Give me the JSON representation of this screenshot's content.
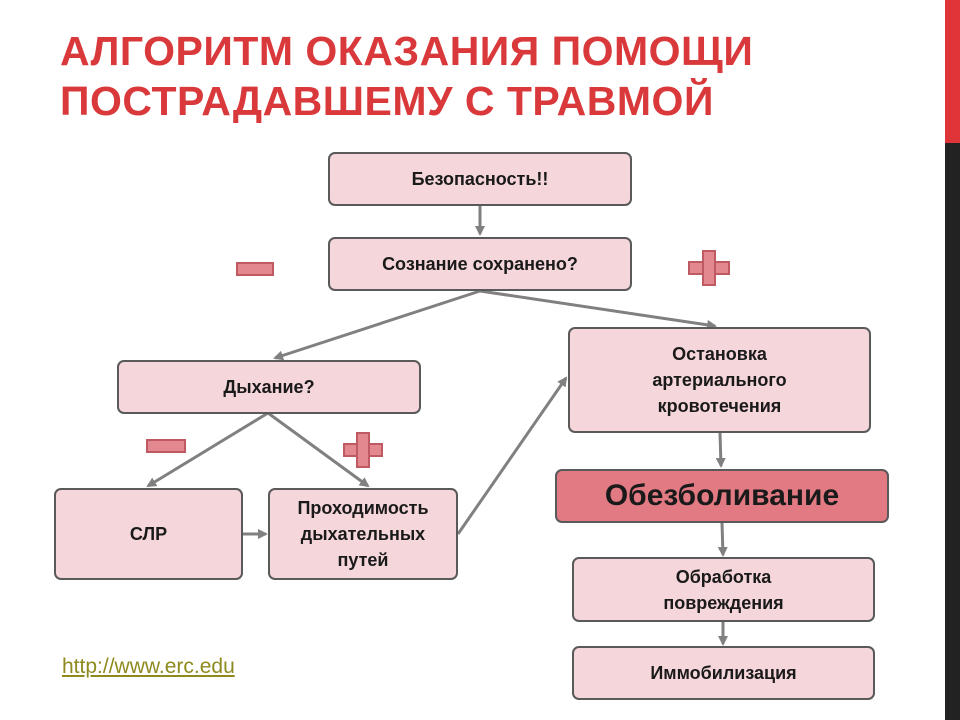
{
  "slide": {
    "title_line1": "АЛГОРИТМ ОКАЗАНИЯ ПОМОЩИ",
    "title_line2": "ПОСТРАДАВШЕМУ С ТРАВМОЙ",
    "link_text": "http://www.erc.edu"
  },
  "flowchart": {
    "safety": "Безопасность!!",
    "consciousness": "Сознание сохранено?",
    "breathing": "Дыхание?",
    "cpr": "СЛР",
    "airway_line1": "Проходимость",
    "airway_line2": "дыхательных",
    "airway_line3": "путей",
    "bleeding_line1": "Остановка",
    "bleeding_line2": "артериального",
    "bleeding_line3": "кровотечения",
    "pain_relief": "Обезболивание",
    "wound_line1": "Обработка",
    "wound_line2": "повреждения",
    "immobilization": "Иммобилизация"
  },
  "signs": {
    "minus_icon": "minus-sign",
    "plus_icon": "plus-sign"
  },
  "colors": {
    "title": "#d9393b",
    "box_fill": "#f5d6da",
    "box_highlight": "#e27a83",
    "sign_fill": "#e2888e",
    "arrow": "#808080",
    "link": "#8e8a1e"
  }
}
